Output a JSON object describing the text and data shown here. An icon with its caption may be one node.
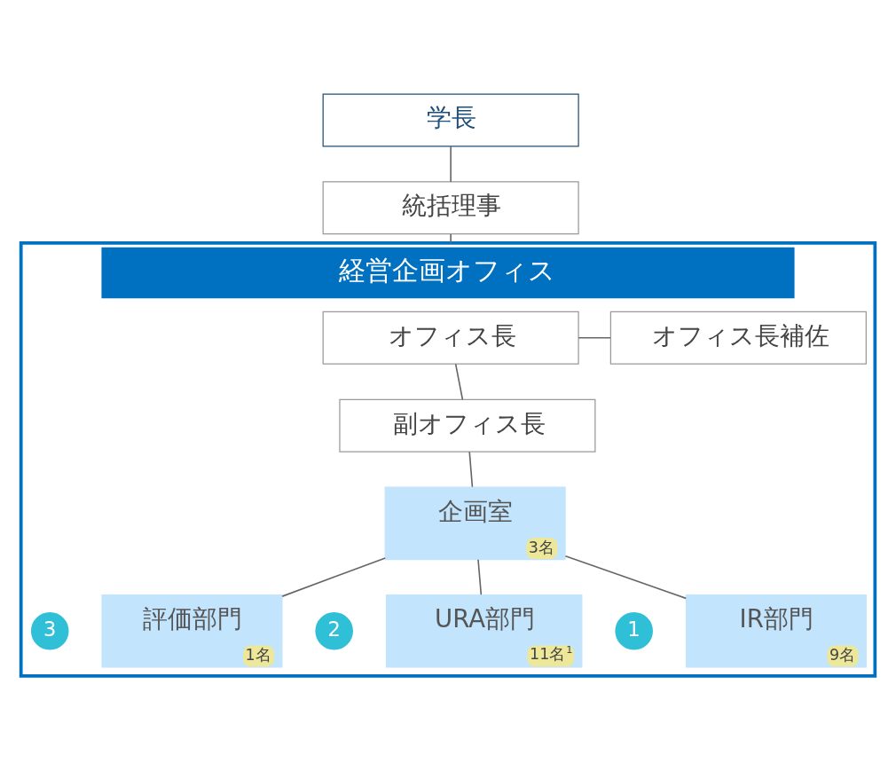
{
  "diagram": {
    "nodes": [
      {
        "text": [
          "学長"
        ]
      },
      {
        "text": [
          "統括理事"
        ]
      },
      {
        "text": [
          "経営企画オフィス"
        ]
      },
      {
        "text": [
          "オフィス長"
        ],
        "in": 2
      },
      {
        "text": [
          "オフィス長補佐"
        ],
        "in": 2
      },
      {
        "text": [
          "副オフィス長"
        ],
        "in": 2
      },
      {
        "text": [
          "企画室",
          "3名"
        ],
        "in": 2
      },
      {
        "text": [
          "1"
        ],
        "in": 2
      },
      {
        "text": [
          "IR部門",
          "9名"
        ],
        "in": 2
      },
      {
        "text": [
          "2"
        ],
        "in": 2
      },
      {
        "text": [
          "URA部門",
          "11名$^{1}$"
        ],
        "in": 2
      },
      {
        "text": [
          "3"
        ],
        "in": 2
      },
      {
        "text": [
          "評価部門",
          "1名"
        ],
        "in": 2
      }
    ],
    "edges": [
      {
        "from": 0,
        "to": 1,
        "arrow": "none"
      },
      {
        "from": 1,
        "to": 2,
        "arrow": "none"
      },
      {
        "from": 3,
        "to": 5,
        "arrow": "none"
      },
      {
        "from": 3,
        "to": 4,
        "arrow": "none"
      },
      {
        "from": 5,
        "to": 6,
        "arrow": "none"
      },
      {
        "from": 6,
        "to": 8,
        "arrow": "none"
      },
      {
        "from": 6,
        "to": 10,
        "arrow": "none"
      },
      {
        "from": 6,
        "to": 12,
        "arrow": "none"
      }
    ]
  }
}
